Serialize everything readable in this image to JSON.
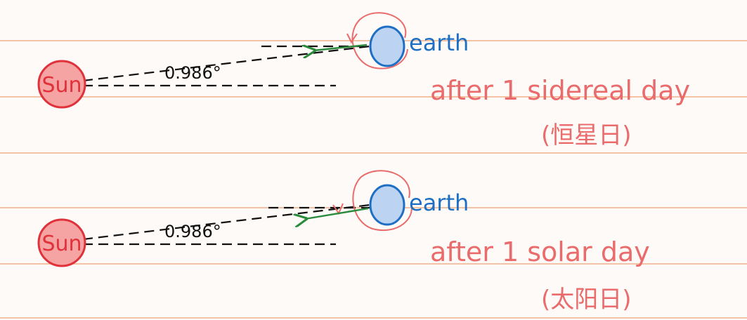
{
  "colors": {
    "paper": "#fdfaf7",
    "rule_line": "#f2b08a",
    "sun_fill": "#f6a3a3",
    "sun_stroke": "#e0323a",
    "earth_fill": "#bcd4f2",
    "earth_stroke": "#1e6fc4",
    "orbit_stroke": "#ea6b6b",
    "arrow_green": "#2a8a3c",
    "dash": "#111111",
    "caption": "#ea6b6b",
    "earth_label": "#1e6fc4"
  },
  "panels": [
    {
      "sun_label": "Sun",
      "angle_label": "0.986°",
      "earth_label": "earth",
      "caption": "after 1 sidereal day",
      "caption_cn": "(恒星日)"
    },
    {
      "sun_label": "Sun",
      "angle_label": "0.986°",
      "earth_label": "earth",
      "caption": "after 1 solar day",
      "caption_cn": "(太阳日)"
    }
  ]
}
